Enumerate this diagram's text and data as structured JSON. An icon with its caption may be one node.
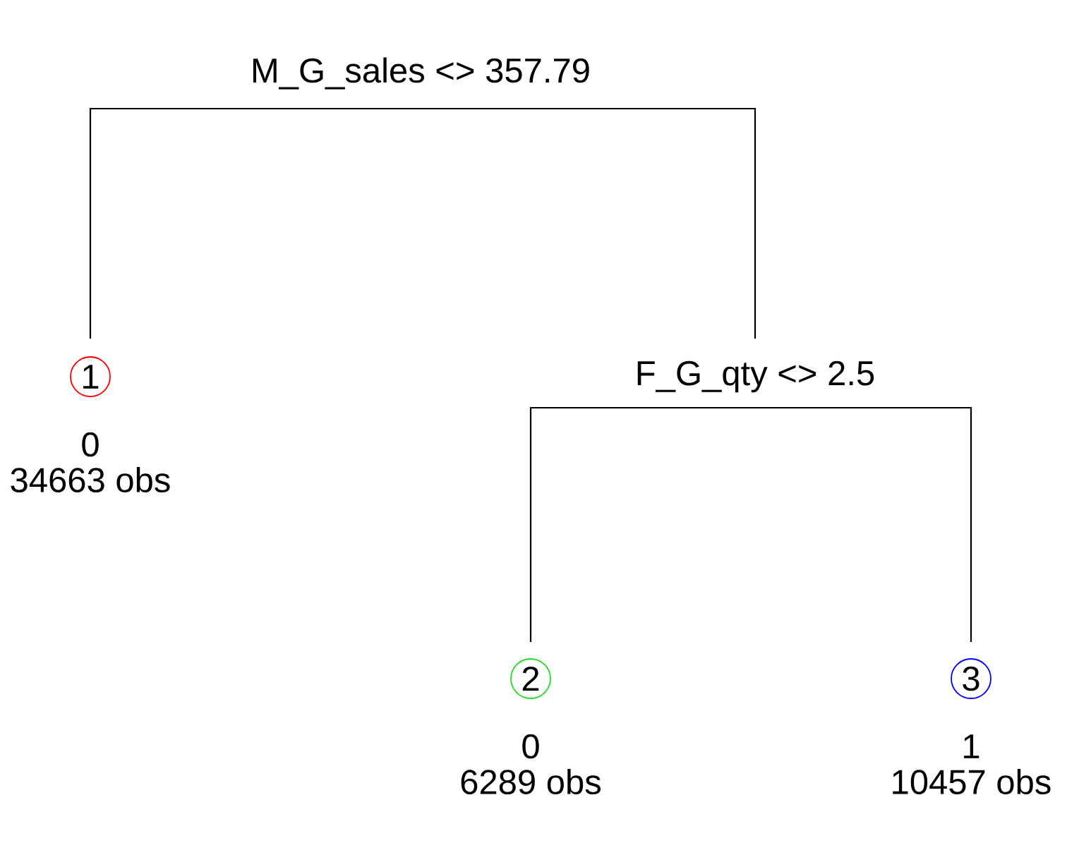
{
  "diagram": {
    "nodes": [
      {
        "text": [
          "M_G_sales <> 357.79"
        ]
      },
      {
        "text": [
          "1"
        ],
        "beside": [
          "0",
          "34663 obs"
        ]
      },
      {
        "text": [
          "F_G_qty <> 2.5"
        ]
      },
      {
        "text": [
          "2"
        ],
        "beside": [
          "0",
          "6289 obs"
        ]
      },
      {
        "text": [
          "3"
        ],
        "beside": [
          "1",
          "10457 obs"
        ]
      }
    ],
    "edges": [
      {
        "from": 0,
        "to": 1,
        "arrow": "none"
      },
      {
        "from": 0,
        "to": 2,
        "arrow": "none"
      },
      {
        "from": 2,
        "to": 3,
        "arrow": "none"
      },
      {
        "from": 2,
        "to": 4,
        "arrow": "none"
      }
    ]
  }
}
